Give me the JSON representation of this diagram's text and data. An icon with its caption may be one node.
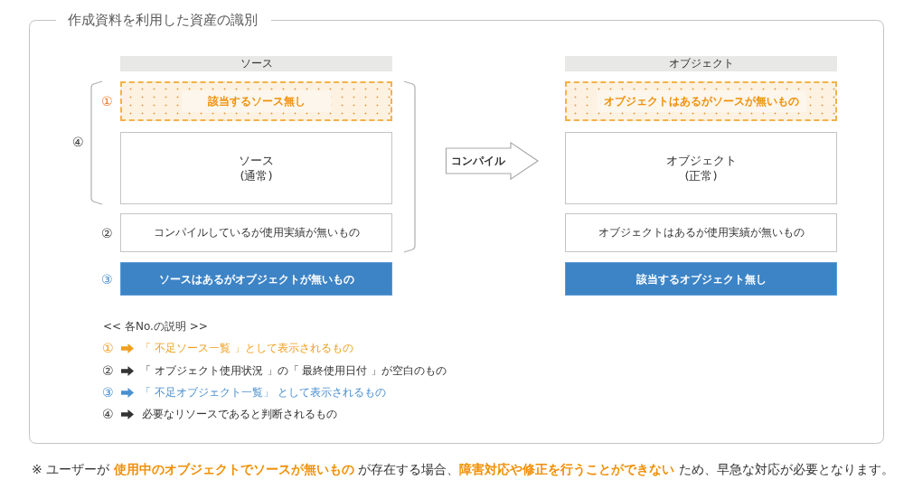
{
  "diagram": {
    "nodes": [
      {
        "text": [
          "作成資料を利用した資産の識別"
        ]
      },
      {
        "text": [
          "ソース"
        ],
        "in": 0
      },
      {
        "text": [
          "該当するソース無し"
        ],
        "in": 0,
        "beside": [
          "①"
        ]
      },
      {
        "text": [
          "ソース",
          "(通常)"
        ],
        "in": 0
      },
      {
        "text": [
          "コンパイルしているが使用実績が無いもの"
        ],
        "in": 0,
        "beside": [
          "②"
        ]
      },
      {
        "text": [
          "ソースはあるがオブジェクトが無いもの"
        ],
        "in": 0,
        "beside": [
          "③"
        ]
      },
      {
        "text": [
          "コンパイル"
        ],
        "in": 0
      },
      {
        "text": [
          "オブジェクト"
        ],
        "in": 0
      },
      {
        "text": [
          "オブジェクトはあるがソースが無いもの"
        ],
        "in": 0
      },
      {
        "text": [
          "オブジェクト",
          "(正常)"
        ],
        "in": 0
      },
      {
        "text": [
          "オブジェクトはあるが使用実績が無いもの"
        ],
        "in": 0
      },
      {
        "text": [
          "該当するオブジェクト無し"
        ],
        "in": 0
      }
    ],
    "labels": [
      "④",
      "<< 各No.の説明 >>",
      "①",
      "「 不足ソース一覧 」として表示されるもの",
      "②",
      "「 オブジェクト使用状況 」の「 最終使用日付 」が空白のもの",
      "③",
      "「 不足オブジェクト一覧」 として表示されるもの",
      "④",
      "必要なリソースであると判断されるもの",
      "※ ユーザーが **使用中のオブジェクトでソースが無いもの** が存在する場合、**障害対応や修正を行うことができない** ため、早急な対応が必要となります。"
    ]
  }
}
